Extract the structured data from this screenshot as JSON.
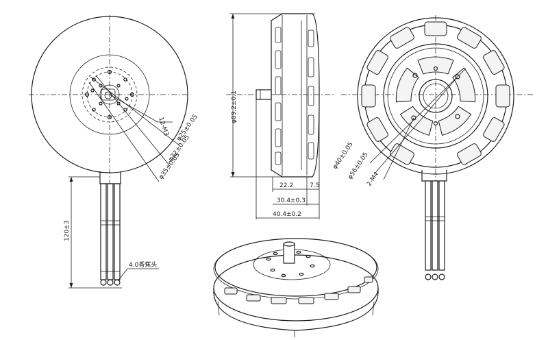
{
  "labels": {
    "thread": "12-M3",
    "pcd25": "φ25±0.05",
    "pcd32": "φ32±0.05",
    "pcd35": "φ35±0.05",
    "diameter": "φ89.2±0.1",
    "d_22_2": "22.2",
    "d_7_5": "7.5",
    "d_30_4": "30.4±0.3",
    "d_40_4": "40.4±0.2",
    "pcd40": "φ40±0.05",
    "pcd56": "φ56±0.05",
    "m4": "2-M4",
    "lead": "120±3",
    "connector": "4.0香蕉头"
  }
}
